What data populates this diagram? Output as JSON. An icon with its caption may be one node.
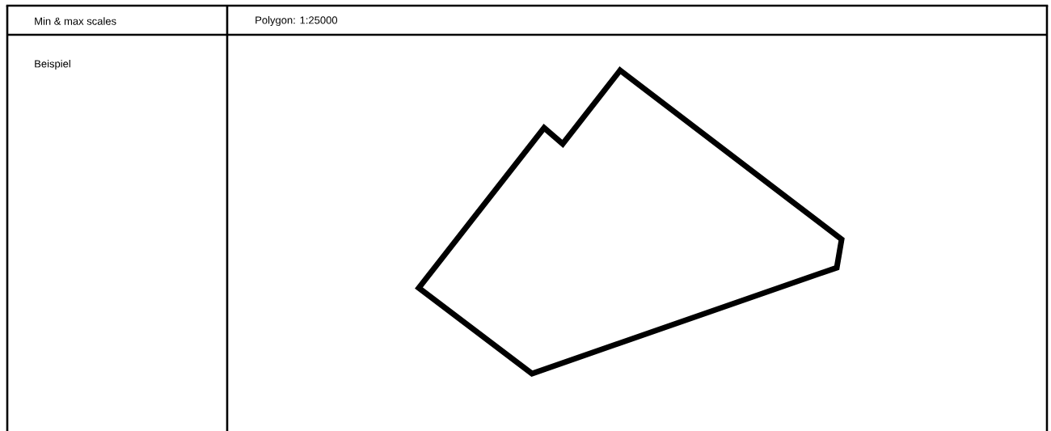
{
  "diagram": {
    "labels": [
      "Min & max scales",
      "Polygon: 1:25000",
      "Beispiel"
    ]
  }
}
